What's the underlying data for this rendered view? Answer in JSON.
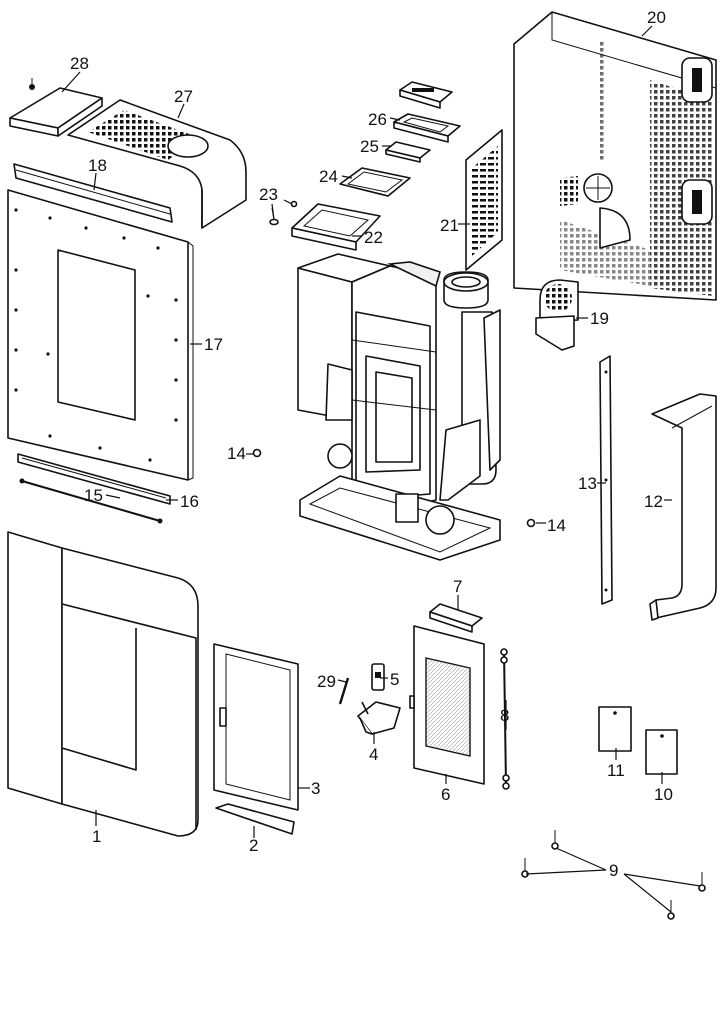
{
  "labels": {
    "p1": "1",
    "p2": "2",
    "p3": "3",
    "p4": "4",
    "p5": "5",
    "p6": "6",
    "p7": "7",
    "p8": "8",
    "p9": "9",
    "p10": "10",
    "p11": "11",
    "p12": "12",
    "p13": "13",
    "p14a": "14",
    "p14b": "14",
    "p15": "15",
    "p16": "16",
    "p17": "17",
    "p18": "18",
    "p19": "19",
    "p20": "20",
    "p21": "21",
    "p22": "22",
    "p23": "23",
    "p24": "24",
    "p25": "25",
    "p26": "26",
    "p27": "27",
    "p28": "28",
    "p29": "29"
  }
}
